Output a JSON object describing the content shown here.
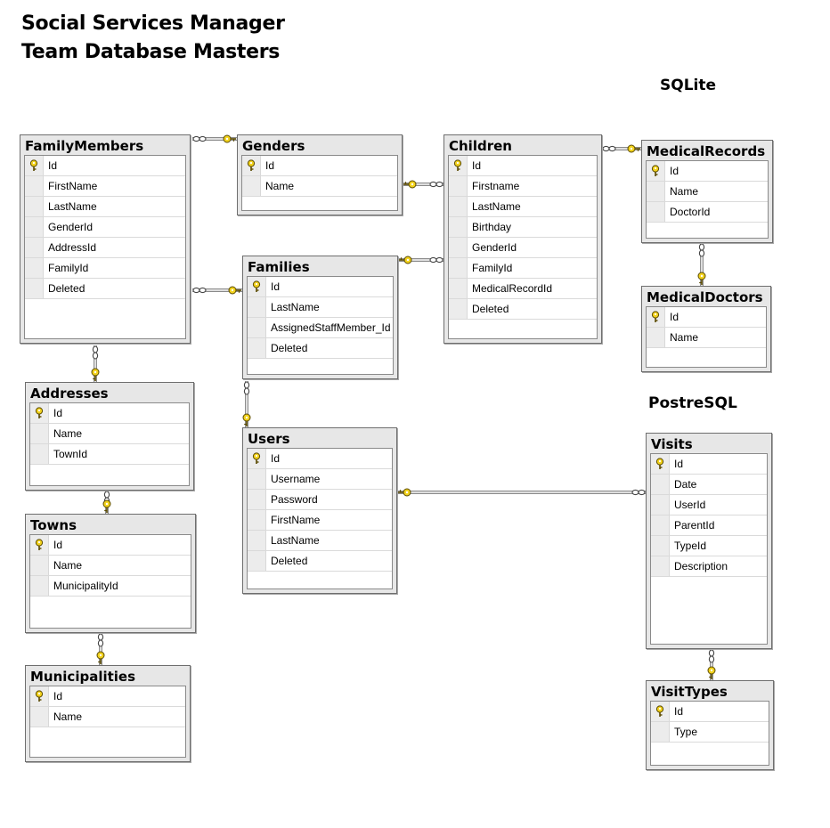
{
  "header": {
    "title_line1": "Social Services Manager",
    "title_line2": "Team Database Masters"
  },
  "sections": {
    "sqlite": "SQLite",
    "postgresql": "PostreSQL"
  },
  "tables": [
    {
      "id": "familymembers",
      "name": "FamilyMembers",
      "columns": [
        {
          "name": "Id",
          "pk": true
        },
        {
          "name": "FirstName"
        },
        {
          "name": "LastName"
        },
        {
          "name": "GenderId"
        },
        {
          "name": "AddressId"
        },
        {
          "name": "FamilyId"
        },
        {
          "name": "Deleted"
        }
      ]
    },
    {
      "id": "genders",
      "name": "Genders",
      "columns": [
        {
          "name": "Id",
          "pk": true
        },
        {
          "name": "Name"
        }
      ]
    },
    {
      "id": "children",
      "name": "Children",
      "columns": [
        {
          "name": "Id",
          "pk": true
        },
        {
          "name": "Firstname"
        },
        {
          "name": "LastName"
        },
        {
          "name": "Birthday"
        },
        {
          "name": "GenderId"
        },
        {
          "name": "FamilyId"
        },
        {
          "name": "MedicalRecordId"
        },
        {
          "name": "Deleted"
        }
      ]
    },
    {
      "id": "medicalrecords",
      "name": "MedicalRecords",
      "columns": [
        {
          "name": "Id",
          "pk": true
        },
        {
          "name": "Name"
        },
        {
          "name": "DoctorId"
        }
      ]
    },
    {
      "id": "families",
      "name": "Families",
      "columns": [
        {
          "name": "Id",
          "pk": true
        },
        {
          "name": "LastName"
        },
        {
          "name": "AssignedStaffMember_Id"
        },
        {
          "name": "Deleted"
        }
      ]
    },
    {
      "id": "medicaldoctors",
      "name": "MedicalDoctors",
      "columns": [
        {
          "name": "Id",
          "pk": true
        },
        {
          "name": "Name"
        }
      ]
    },
    {
      "id": "addresses",
      "name": "Addresses",
      "columns": [
        {
          "name": "Id",
          "pk": true
        },
        {
          "name": "Name"
        },
        {
          "name": "TownId"
        }
      ]
    },
    {
      "id": "users",
      "name": "Users",
      "columns": [
        {
          "name": "Id",
          "pk": true
        },
        {
          "name": "Username"
        },
        {
          "name": "Password"
        },
        {
          "name": "FirstName"
        },
        {
          "name": "LastName"
        },
        {
          "name": "Deleted"
        }
      ]
    },
    {
      "id": "visits",
      "name": "Visits",
      "columns": [
        {
          "name": "Id",
          "pk": true
        },
        {
          "name": "Date"
        },
        {
          "name": "UserId"
        },
        {
          "name": "ParentId"
        },
        {
          "name": "TypeId"
        },
        {
          "name": "Description"
        }
      ]
    },
    {
      "id": "towns",
      "name": "Towns",
      "columns": [
        {
          "name": "Id",
          "pk": true
        },
        {
          "name": "Name"
        },
        {
          "name": "MunicipalityId"
        }
      ]
    },
    {
      "id": "municipalities",
      "name": "Municipalities",
      "columns": [
        {
          "name": "Id",
          "pk": true
        },
        {
          "name": "Name"
        }
      ]
    },
    {
      "id": "visittypes",
      "name": "VisitTypes",
      "columns": [
        {
          "name": "Id",
          "pk": true
        },
        {
          "name": "Type"
        }
      ]
    }
  ],
  "relationships": [
    {
      "many": "familymembers",
      "one": "genders"
    },
    {
      "many": "familymembers",
      "one": "families"
    },
    {
      "many": "familymembers",
      "one": "addresses"
    },
    {
      "many": "children",
      "one": "genders"
    },
    {
      "many": "children",
      "one": "families"
    },
    {
      "many": "children",
      "one": "medicalrecords"
    },
    {
      "many": "medicalrecords",
      "one": "medicaldoctors"
    },
    {
      "many": "families",
      "one": "users"
    },
    {
      "many": "addresses",
      "one": "towns"
    },
    {
      "many": "towns",
      "one": "municipalities"
    },
    {
      "many": "visits",
      "one": "users"
    },
    {
      "many": "visits",
      "one": "visittypes"
    }
  ],
  "colors": {
    "key_fill": "#f2d21c",
    "line": "#7a7a7a",
    "table_frame": "#e7e7e7"
  },
  "icons": {
    "primary_key": "key-icon",
    "one_end": "key-icon",
    "many_end": "infinity-icon"
  }
}
